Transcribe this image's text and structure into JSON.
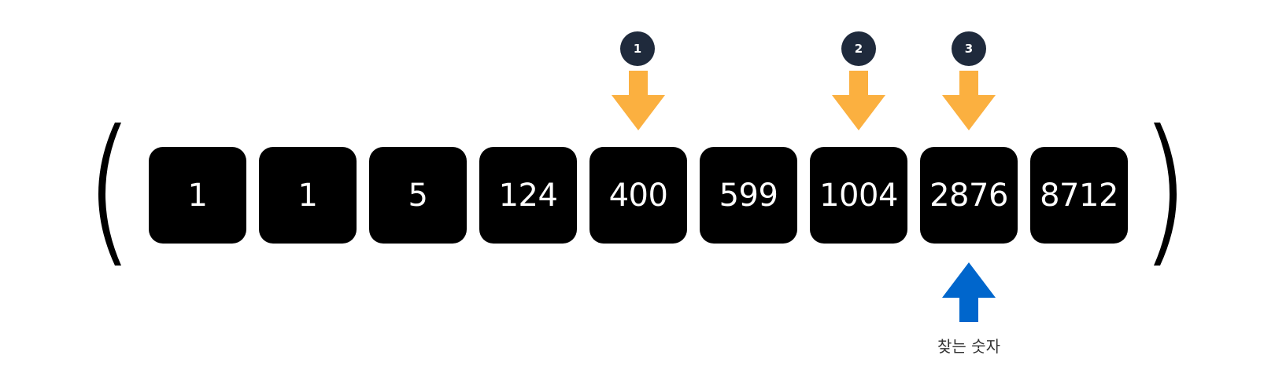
{
  "array": {
    "values": [
      "1",
      "1",
      "5",
      "124",
      "400",
      "599",
      "1004",
      "2876",
      "8712"
    ]
  },
  "steps": [
    {
      "number": "1",
      "index": 4
    },
    {
      "number": "2",
      "index": 6
    },
    {
      "number": "3",
      "index": 7
    }
  ],
  "target": {
    "index": 7,
    "label": "찾는 숫자"
  },
  "colors": {
    "cell_bg": "#000000",
    "cell_text": "#ffffff",
    "step_badge": "#1f2a3c",
    "search_arrow": "#fbb040",
    "target_arrow": "#0066cc"
  }
}
